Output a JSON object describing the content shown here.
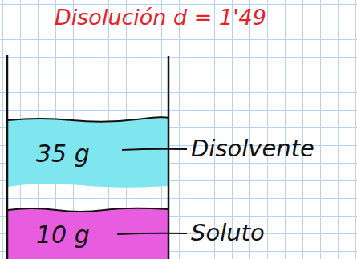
{
  "diagram": {
    "title": "Disolución d = 1'49",
    "nodes": [
      {
        "text": [
          "35 g"
        ]
      },
      {
        "text": [
          "10 g"
        ]
      }
    ],
    "labels": [
      "Disolvente",
      "Soluto"
    ]
  }
}
